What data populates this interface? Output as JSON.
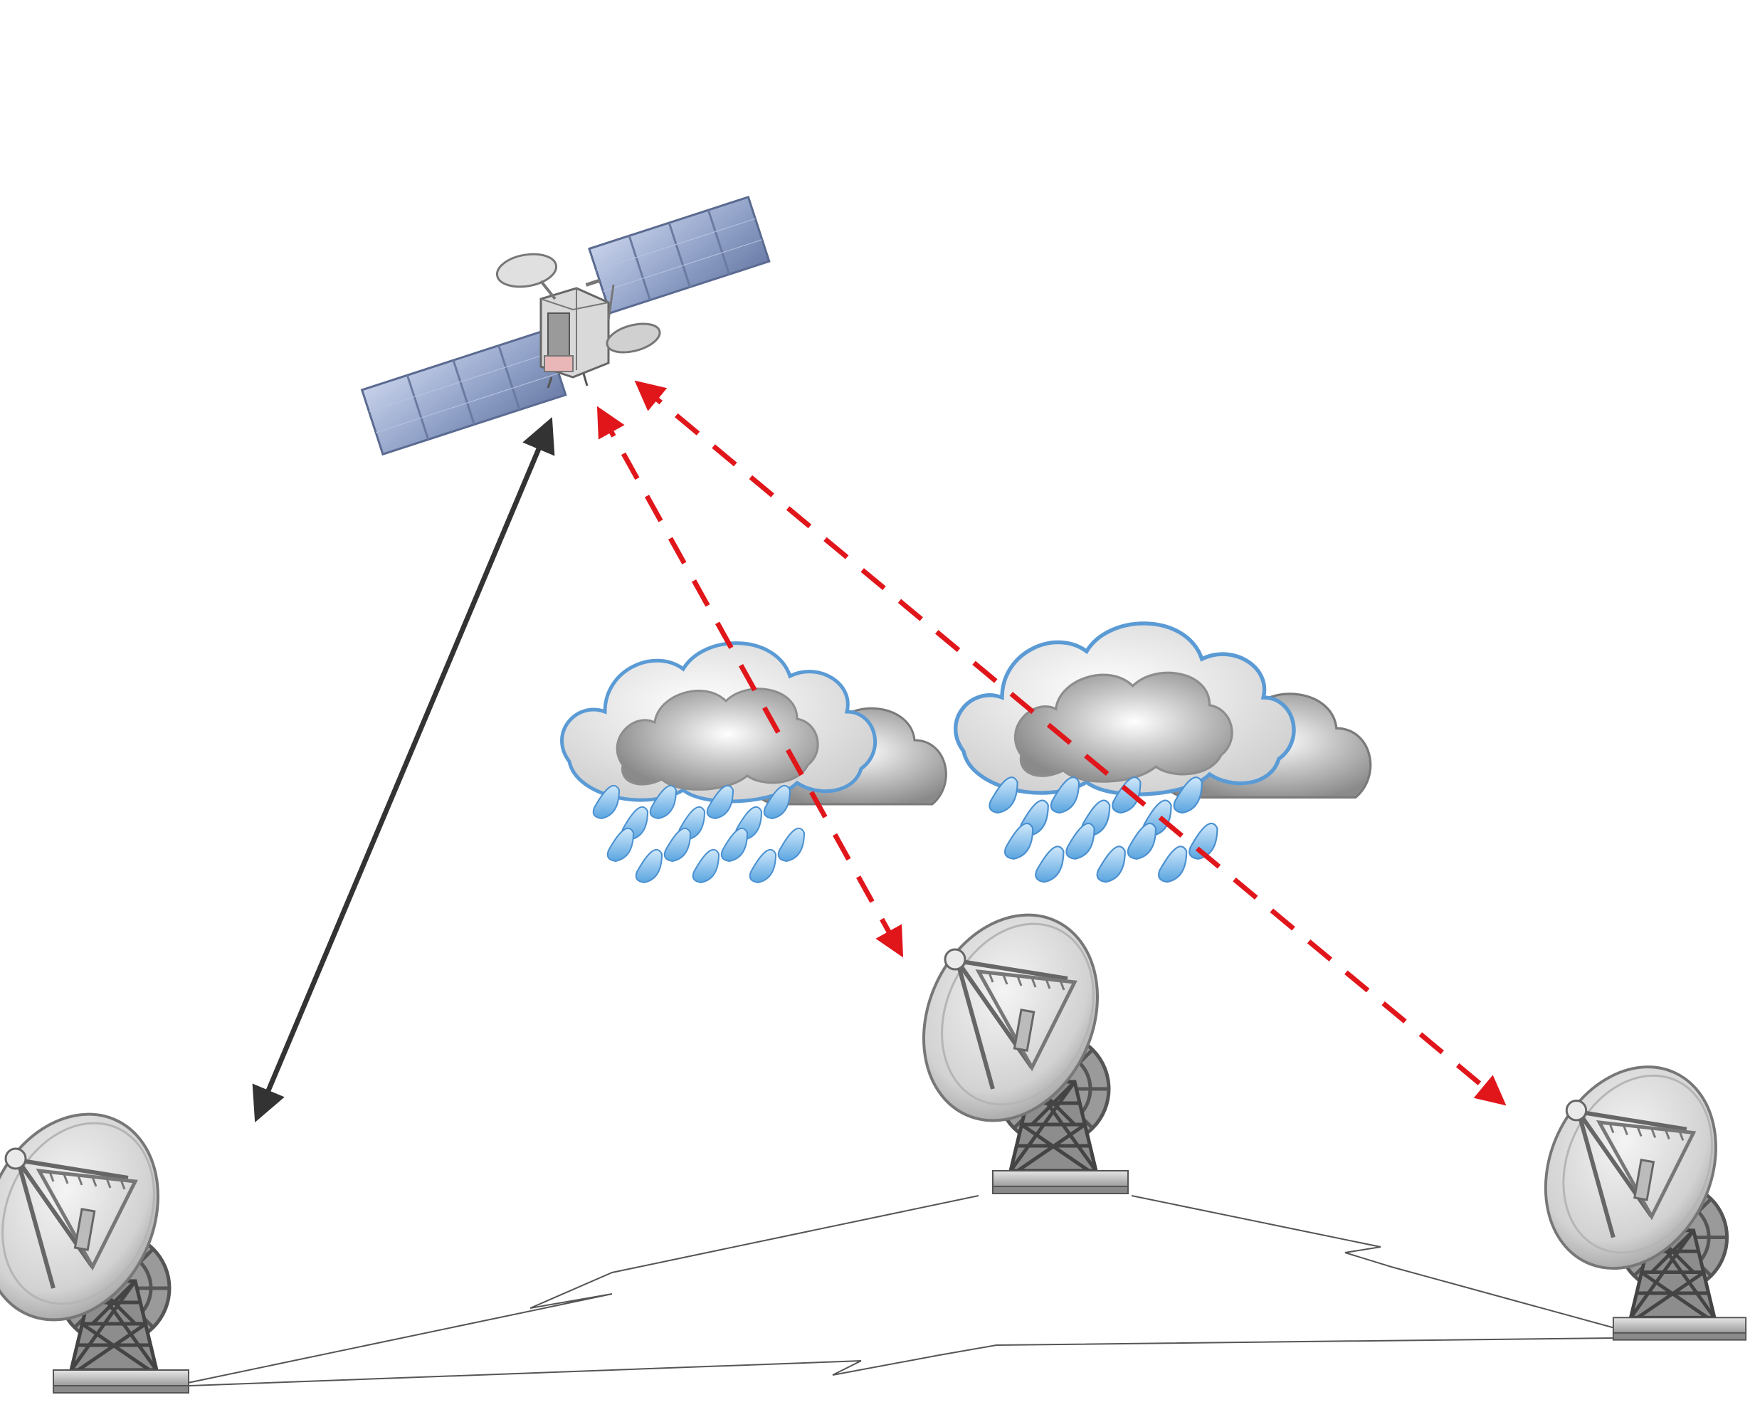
{
  "diagram": {
    "nodes": [
      {
        "id": "satellite",
        "kind": "satellite",
        "icon": "satellite-icon"
      },
      {
        "id": "rain-cloud-left",
        "kind": "rain-cloud",
        "icon": "rain-cloud-icon"
      },
      {
        "id": "rain-cloud-right",
        "kind": "rain-cloud",
        "icon": "rain-cloud-icon"
      },
      {
        "id": "ground-station-left",
        "kind": "ground-station",
        "icon": "satellite-dish-icon"
      },
      {
        "id": "ground-station-center",
        "kind": "ground-station",
        "icon": "satellite-dish-icon"
      },
      {
        "id": "ground-station-right",
        "kind": "ground-station",
        "icon": "satellite-dish-icon"
      }
    ],
    "links": [
      {
        "from": "satellite",
        "to": "ground-station-left",
        "style": "solid",
        "direction": "bidirectional",
        "color": "#333333"
      },
      {
        "from": "satellite",
        "to": "ground-station-center",
        "style": "dashed",
        "direction": "bidirectional",
        "color": "#e0161b",
        "through": "rain-cloud-left"
      },
      {
        "from": "satellite",
        "to": "ground-station-right",
        "style": "dashed",
        "direction": "bidirectional",
        "color": "#e0161b",
        "through": "rain-cloud-right"
      },
      {
        "from": "ground-station-left",
        "to": "ground-station-center",
        "style": "terrestrial-lightning",
        "color": "#555555"
      },
      {
        "from": "ground-station-center",
        "to": "ground-station-right",
        "style": "terrestrial-lightning",
        "color": "#555555"
      },
      {
        "from": "ground-station-left",
        "to": "ground-station-right",
        "style": "terrestrial-lightning",
        "color": "#555555"
      }
    ]
  },
  "colors": {
    "clear_link": "#333333",
    "rain_faded_link": "#e0161b",
    "cloud_outline": "#5b9bd5",
    "raindrop": "#6fb3e8",
    "solar_panel": "#8fa0c8"
  }
}
